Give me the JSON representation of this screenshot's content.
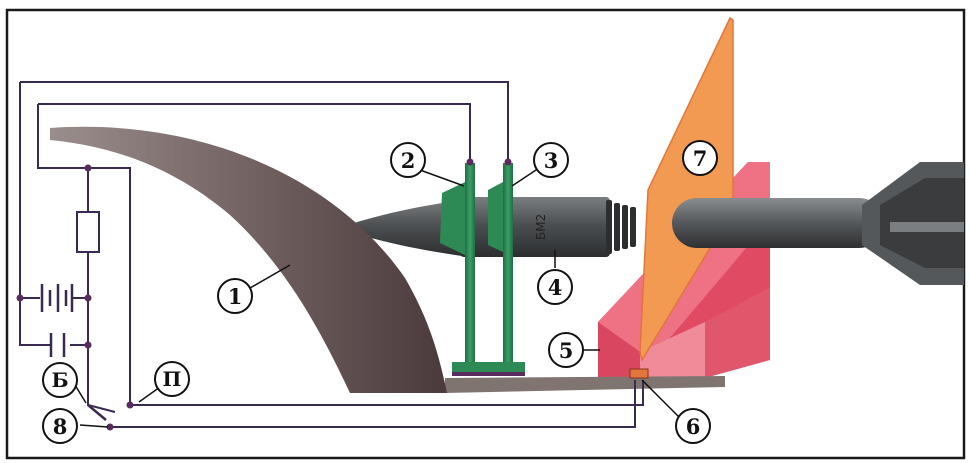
{
  "callouts": {
    "c1": "1",
    "c2": "2",
    "c3": "3",
    "c4": "4",
    "c5": "5",
    "c6": "6",
    "c7": "7",
    "c8": "8",
    "b": "Б",
    "p": "П"
  },
  "projectile_marking": "БМ2",
  "colors": {
    "frame": "#1a1a1a",
    "wire": "#3a2a50",
    "bent_plate": "#6e5f60",
    "sensor_green": "#2e8a55",
    "projectile_gray": "#4a4c4e",
    "wedge_red": "#e2566b",
    "plate_orange": "#f39a52",
    "base_strip": "#807470"
  }
}
